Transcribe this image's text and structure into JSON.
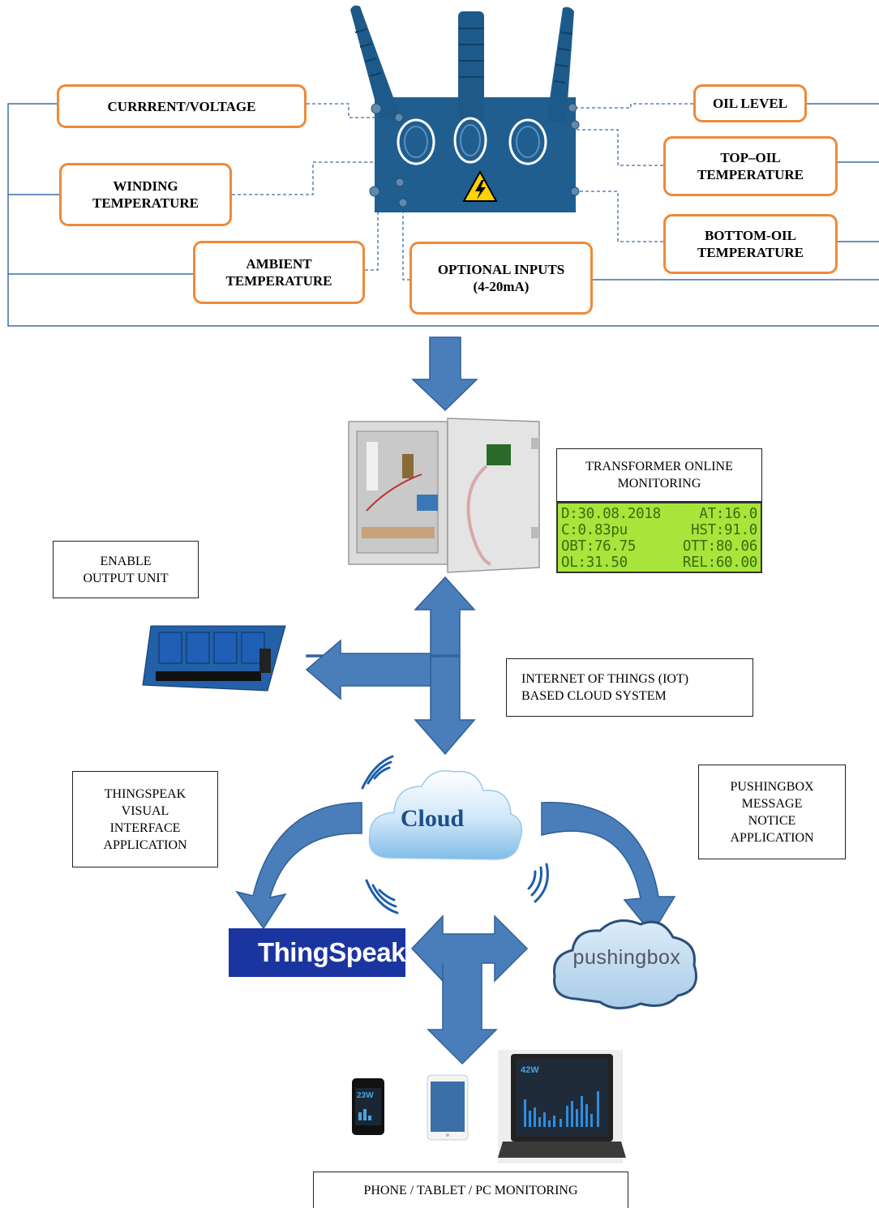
{
  "sensors": {
    "current_voltage": "CURRRENT/VOLTAGE",
    "winding_temperature": "WINDING\nTEMPERATURE",
    "ambient_temperature": "AMBIENT\nTEMPERATURE",
    "optional_inputs": "OPTIONAL INPUTS\n(4-20mA)",
    "oil_level": "OIL LEVEL",
    "top_oil_temperature": "TOP–OIL\nTEMPERATURE",
    "bottom_oil_temperature": "BOTTOM-OIL\nTEMPERATURE"
  },
  "labels": {
    "transformer_online_monitoring": "TRANSFORMER ONLINE\nMONITORING",
    "enable_output_unit": "ENABLE\nOUTPUT UNIT",
    "iot_cloud": "INTERNET OF THINGS (IOT)\nBASED CLOUD SYSTEM",
    "thingspeak_app": "THINGSPEAK\nVISUAL\nINTERFACE\nAPPLICATION",
    "pushingbox_app": "PUSHINGBOX\nMESSAGE\nNOTICE\nAPPLICATION",
    "device_monitoring": "PHONE / TABLET / PC  MONITORING"
  },
  "lcd": {
    "row1_left": "D:30.08.2018",
    "row1_right": "AT:16.0",
    "row2_left": "C:0.83pu",
    "row2_right": "HST:91.0",
    "row3_left": "OBT:76.75",
    "row3_right": "OTT:80.06",
    "row4_left": "OL:31.50",
    "row4_right": "REL:60.00"
  },
  "logos": {
    "cloud": "Cloud",
    "thingspeak": "ThingSpeak",
    "pushingbox": "pushingbox"
  },
  "screens": {
    "phone_value": "23W",
    "laptop_value": "42W"
  },
  "colors": {
    "sensor_border": "#ed8a3a",
    "arrow_fill": "#4a7ebb",
    "transformer": "#1f5e8f",
    "lcd_background": "#a8e43a",
    "thingspeak_blue": "#1b35a0"
  }
}
